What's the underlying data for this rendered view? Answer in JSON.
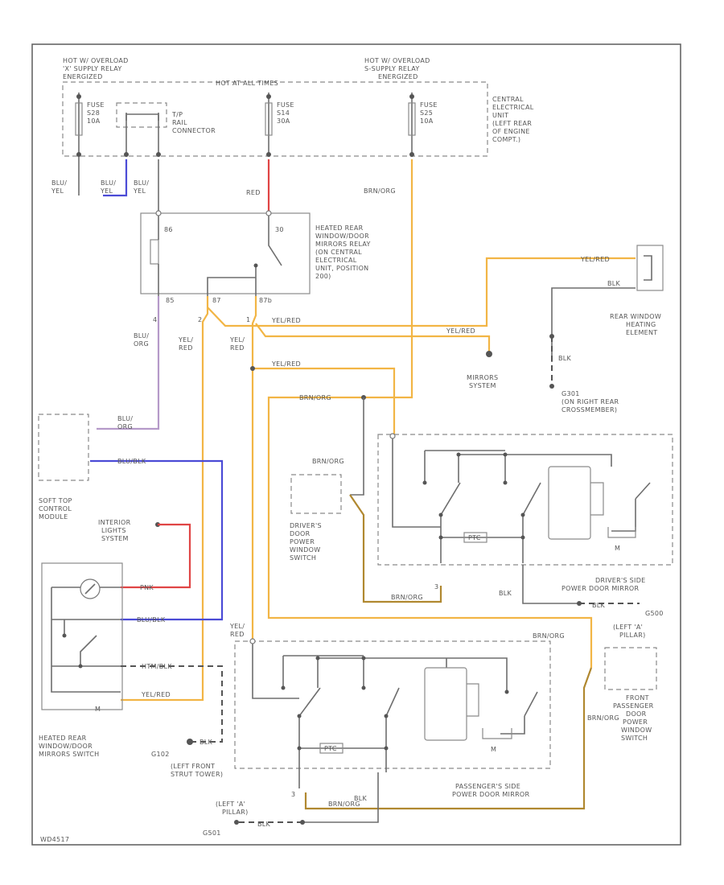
{
  "labels": {
    "hot_x_relay": "HOT W/ OVERLOAD / 'X' SUPPLY RELAY ENERGIZED",
    "hot_x_relay_l1": "HOT W/ OVERLOAD",
    "hot_x_relay_l2": "'X' SUPPLY RELAY",
    "hot_x_relay_l3": "ENERGIZED",
    "hot_at_all_times": "HOT AT ALL TIMES",
    "hot_s_relay_l1": "HOT W/ OVERLOAD",
    "hot_s_relay_l2": "S-SUPPLY RELAY",
    "hot_s_relay_l3": "ENERGIZED",
    "fuse_s28_l1": "FUSE",
    "fuse_s28_l2": "S28",
    "fuse_s28_l3": "10A",
    "fuse_s14_l1": "FUSE",
    "fuse_s14_l2": "S14",
    "fuse_s14_l3": "30A",
    "fuse_s25_l1": "FUSE",
    "fuse_s25_l2": "S25",
    "fuse_s25_l3": "10A",
    "tp_l1": "T/P",
    "tp_l2": "RAIL",
    "tp_l3": "CONNECTOR",
    "ceu_l1": "CENTRAL",
    "ceu_l2": "ELECTRICAL",
    "ceu_l3": "UNIT",
    "ceu_l4": "(LEFT REAR",
    "ceu_l5": "OF ENGINE",
    "ceu_l6": "COMPT.)",
    "relay_l1": "HEATED REAR",
    "relay_l2": "WINDOW/DOOR",
    "relay_l3": "MIRRORS RELAY",
    "relay_l4": "(ON CENTRAL",
    "relay_l5": "ELECTRICAL",
    "relay_l6": "UNIT, POSITION",
    "relay_l7": "200)",
    "rear_window_l1": "REAR WINDOW",
    "rear_window_l2": "HEATING",
    "rear_window_l3": "ELEMENT",
    "mirrors_l1": "MIRRORS",
    "mirrors_l2": "SYSTEM",
    "g301_l1": "G301",
    "g301_l2": "(ON RIGHT REAR",
    "g301_l3": "CROSSMEMBER)",
    "soft_top_l1": "SOFT TOP",
    "soft_top_l2": "CONTROL",
    "soft_top_l3": "MODULE",
    "interior_l1": "INTERIOR",
    "interior_l2": "LIGHTS",
    "interior_l3": "SYSTEM",
    "drivers_switch_l1": "DRIVER'S",
    "drivers_switch_l2": "DOOR",
    "drivers_switch_l3": "POWER",
    "drivers_switch_l4": "WINDOW",
    "drivers_switch_l5": "SWITCH",
    "drivers_mirror_l1": "DRIVER'S SIDE",
    "drivers_mirror_l2": "POWER DOOR MIRROR",
    "left_a_pillar_l1": "(LEFT 'A'",
    "left_a_pillar_l2": "PILLAR)",
    "front_pass_l1": "FRONT",
    "front_pass_l2": "PASSENGER",
    "front_pass_l3": "DOOR",
    "front_pass_l4": "POWER",
    "front_pass_l5": "WINDOW",
    "front_pass_l6": "SWITCH",
    "mirror_switch_l1": "HEATED REAR",
    "mirror_switch_l2": "WINDOW/DOOR",
    "mirror_switch_l3": "MIRRORS SWITCH",
    "g102_l1": "G102",
    "g102_l2": "(LEFT FRONT",
    "g102_l3": "STRUT TOWER)",
    "pass_mirror_l1": "PASSENGER'S SIDE",
    "pass_mirror_l2": "POWER DOOR MIRROR",
    "left_a_bottom_l1": "(LEFT 'A'",
    "left_a_bottom_l2": "PILLAR)",
    "g501": "G501",
    "g500": "G500",
    "m1": "M",
    "m2": "M",
    "m3": "M",
    "ptc1": "PTC",
    "ptc2": "PTC",
    "pin30": "30",
    "pin85": "85",
    "pin86": "86",
    "pin87": "87",
    "pin87b": "87b",
    "pin4": "4",
    "pin2": "2",
    "pin1": "1",
    "pin3": "3",
    "code": "WD4517"
  },
  "wires": {
    "blu_yel_1": "BLU/ YEL",
    "blu_yel_1a": "BLU/",
    "blu_yel_1b": "YEL",
    "blu_yel_2a": "BLU/",
    "blu_yel_2b": "YEL",
    "blu_yel_3a": "BLU/",
    "blu_yel_3b": "YEL",
    "red": "RED",
    "brn_org_top": "BRN/ORG",
    "yel_red_rw": "YEL/RED",
    "blk_rw": "BLK",
    "blk_g301": "BLK",
    "blu_org_a": "BLU/",
    "blu_org_b": "ORG",
    "yel_red_a1": "YEL/",
    "yel_red_a2": "RED",
    "yel_red_b1": "YEL/",
    "yel_red_b2": "RED",
    "yel_red_h1": "YEL/RED",
    "yel_red_h2": "YEL/RED",
    "yel_red_h3": "YEL/RED",
    "brn_org_h": "BRN/ORG",
    "blu_org_st1": "BLU/",
    "blu_org_st2": "ORG",
    "blu_blk_st": "BLU/BLK",
    "brn_org_dsw": "BRN/ORG",
    "brn_org_bot": "BRN/ORG",
    "blk_dm": "BLK",
    "blk_dm2": "BLK",
    "pnk": "PNK",
    "blu_blk_sw": "BLU/BLK",
    "htm_blk": "HTM/BLK",
    "yel_red_sw": "YEL/RED",
    "yel_red_c1": "YEL/",
    "yel_red_c2": "RED",
    "brn_org_pm": "BRN/ORG",
    "blk_g102": "BLK",
    "brn_org_pass": "BRN/ORG",
    "blk_pass": "BLK",
    "brn_org_a": "BRN/ORG",
    "brn_org_vert": "BRN/ORG",
    "blk_bottom": "BLK"
  }
}
